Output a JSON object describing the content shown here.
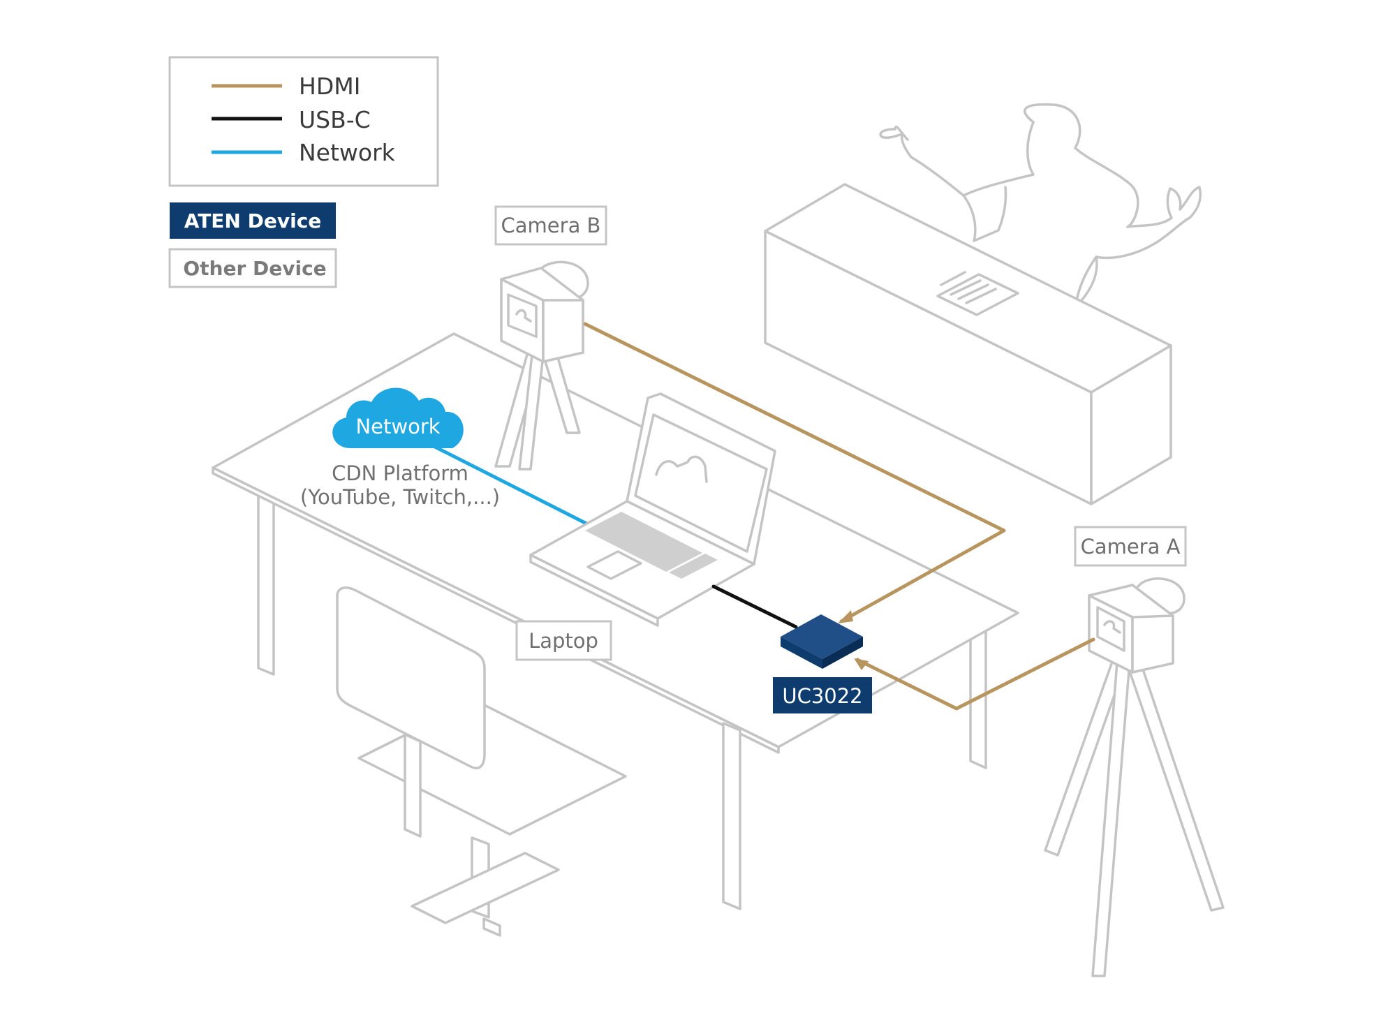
{
  "legend": {
    "items": [
      {
        "label": "HDMI",
        "color": "#b8955e"
      },
      {
        "label": "USB-C",
        "color": "#111111"
      },
      {
        "label": "Network",
        "color": "#1ea7e1"
      }
    ],
    "aten_device": "ATEN Device",
    "other_device": "Other Device"
  },
  "colors": {
    "aten_blue": "#0f3c6e",
    "outline_gray": "#c4c4c4",
    "cloud_blue": "#1ea7e1"
  },
  "nodes": {
    "camera_b": "Camera B",
    "camera_a": "Camera A",
    "laptop": "Laptop",
    "device": "UC3022",
    "cloud": "Network",
    "cdn_line1": "CDN Platform",
    "cdn_line2": "(YouTube, Twitch,...)"
  },
  "icons": [
    "presenter-figure",
    "camera-icon",
    "laptop-icon",
    "cloud-icon",
    "device-box-icon"
  ]
}
